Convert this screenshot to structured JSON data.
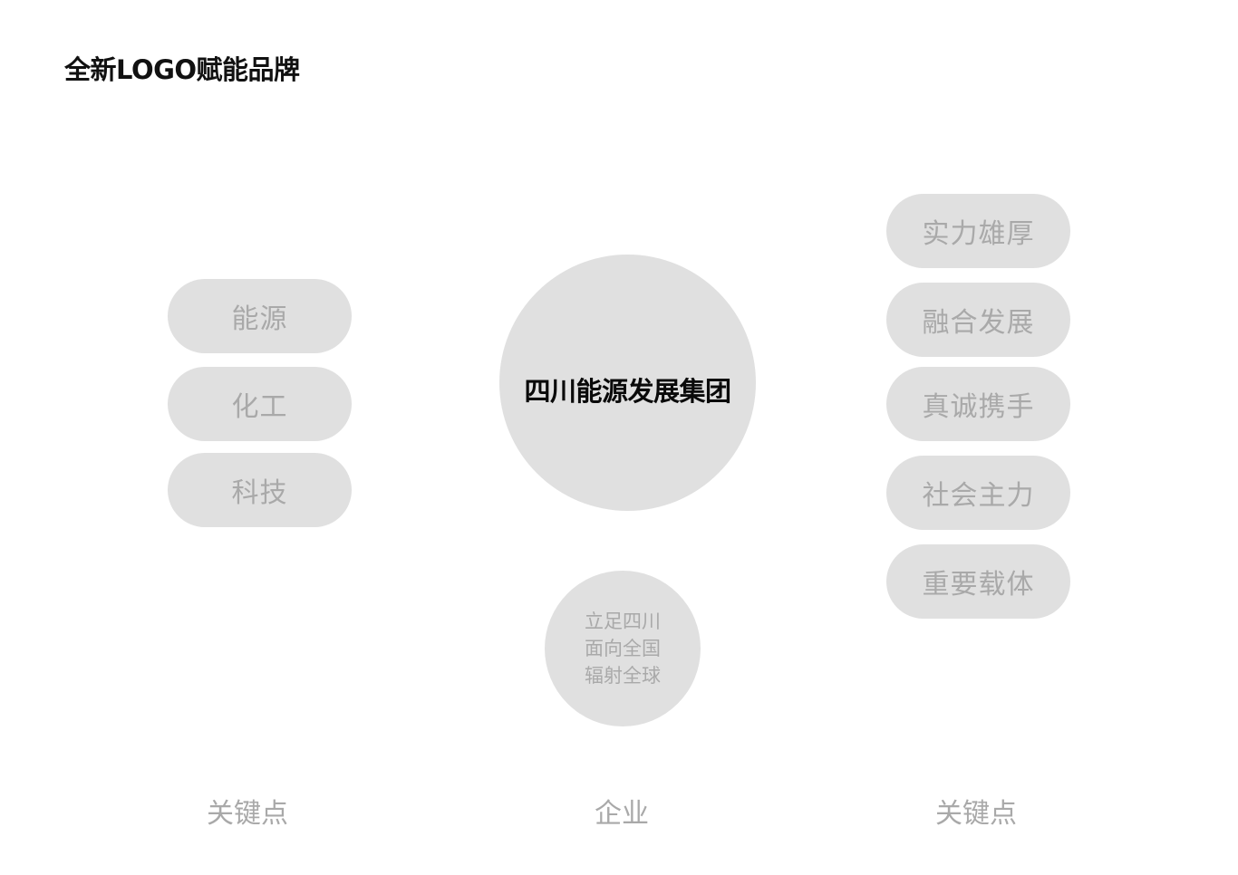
{
  "title": "全新LOGO赋能品牌",
  "left_keypoints": {
    "items": [
      {
        "label": "能源"
      },
      {
        "label": "化工"
      },
      {
        "label": "科技"
      }
    ]
  },
  "center": {
    "main_circle": {
      "label": "四川能源发展集团"
    },
    "sub_circle": {
      "lines": [
        "立足四川",
        "面向全国",
        "辐射全球"
      ]
    }
  },
  "right_keypoints": {
    "items": [
      {
        "label": "实力雄厚"
      },
      {
        "label": "融合发展"
      },
      {
        "label": "真诚携手"
      },
      {
        "label": "社会主力"
      },
      {
        "label": "重要载体"
      }
    ]
  },
  "bottom_labels": {
    "left": "关键点",
    "center": "企业",
    "right": "关键点"
  },
  "colors": {
    "shape_fill": "#e0e0e0",
    "muted_text": "#a9a9a9",
    "primary_text": "#0a0a0a",
    "background": "#ffffff"
  }
}
